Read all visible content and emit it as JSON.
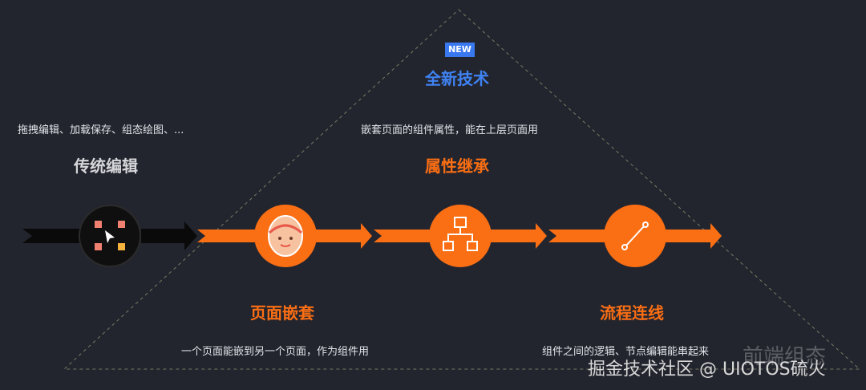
{
  "badge": "NEW",
  "section_title": "全新技术",
  "left": {
    "caption": "拖拽编辑、加载保存、组态绘图、...",
    "title": "传统编辑"
  },
  "inherit": {
    "caption": "嵌套页面的组件属性，能在上层页面用",
    "title": "属性继承"
  },
  "nested": {
    "title": "页面嵌套",
    "caption": "一个页面能嵌到另一个页面，作为组件用"
  },
  "flow": {
    "title": "流程连线",
    "caption": "组件之间的逻辑、节点编辑能串起来"
  },
  "watermark": {
    "main": "掘金技术社区 @ UIOTOS硫火",
    "faint": "前端组态"
  },
  "colors": {
    "background": "#23252e",
    "orange": "#fa6e14",
    "blue": "#3a78ef",
    "black_arrow": "#0a0a0a"
  },
  "icons": {
    "traditional": "select-cursor-icon",
    "nested": "doll-icon",
    "inherit": "hierarchy-icon",
    "flow": "connector-line-icon"
  }
}
